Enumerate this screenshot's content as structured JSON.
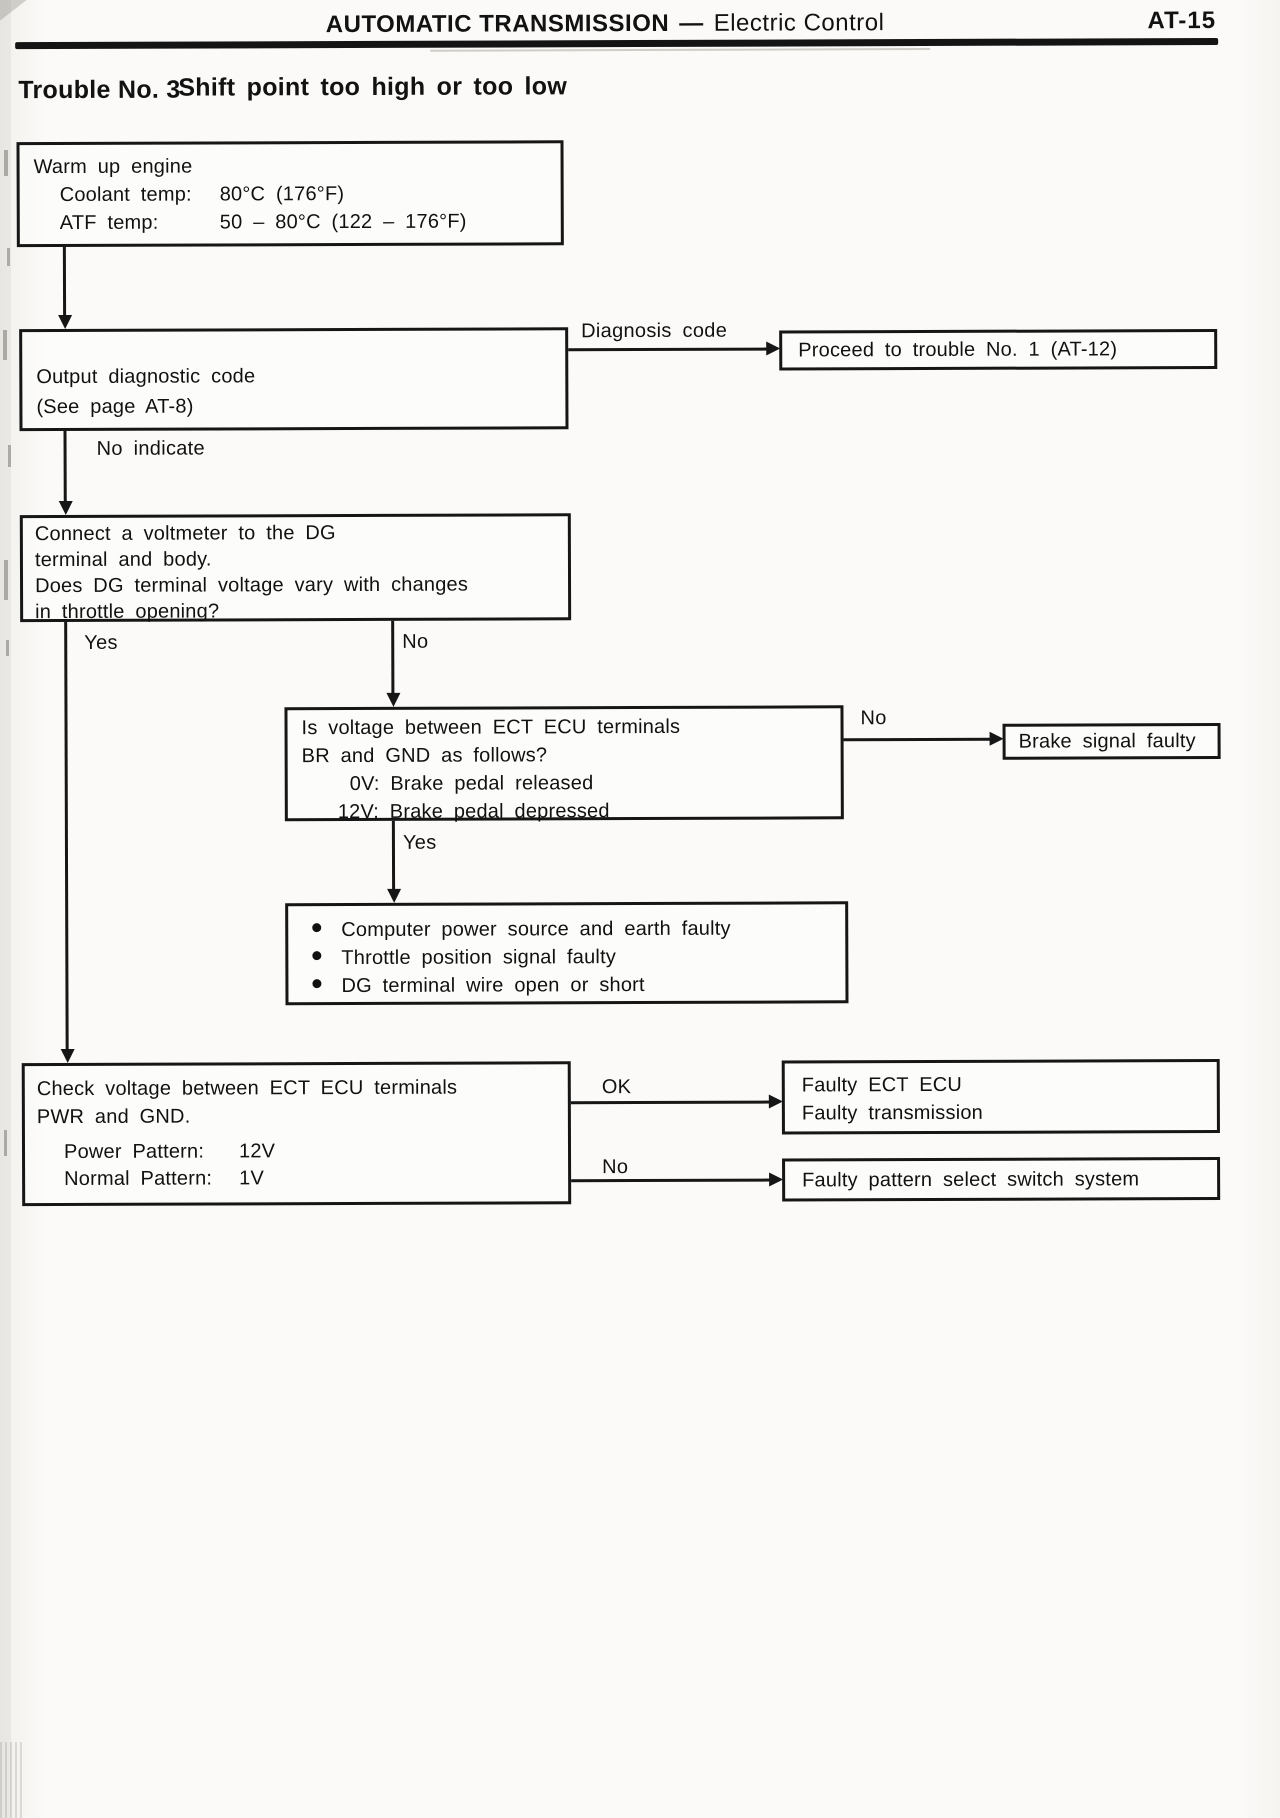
{
  "header": {
    "section": "AUTOMATIC TRANSMISSION",
    "dash": "—",
    "subsection": "Electric Control",
    "page_ref": "AT-15"
  },
  "trouble": {
    "label": "Trouble No. 3",
    "title": "Shift point too high or too low"
  },
  "flow": {
    "warm_up": {
      "title": "Warm up engine",
      "rows": [
        {
          "label": "Coolant temp:",
          "value": "80°C (176°F)"
        },
        {
          "label": "ATF temp:",
          "value": "50 – 80°C (122 – 176°F)"
        }
      ]
    },
    "output": {
      "lines": [
        "Output diagnostic code",
        "(See page AT-8)"
      ]
    },
    "diagnosis_label": "Diagnosis code",
    "proceed": {
      "text": "Proceed to trouble No. 1 (AT-12)"
    },
    "no_indicate_label": "No indicate",
    "voltmeter": {
      "lines": [
        "Connect a voltmeter to the DG",
        "terminal and body.",
        "Does DG terminal voltage vary with changes",
        "in throttle opening?"
      ]
    },
    "yes_label": "Yes",
    "no_label": "No",
    "brake_question": {
      "lines": [
        "Is voltage between ECT ECU terminals",
        "BR and GND as follows?",
        "0V: Brake pedal released",
        "12V: Brake pedal depressed"
      ]
    },
    "brake_no_label": "No",
    "brake_faulty": {
      "text": "Brake signal faulty"
    },
    "brake_yes_label": "Yes",
    "causes": {
      "items": [
        "Computer power source and earth faulty",
        "Throttle position signal faulty",
        "DG terminal wire open or short"
      ]
    },
    "check": {
      "lines": [
        "Check voltage between ECT ECU terminals",
        "PWR and GND."
      ],
      "rows": [
        {
          "label": "Power Pattern:",
          "value": "12V"
        },
        {
          "label": "Normal Pattern:",
          "value": "1V"
        }
      ]
    },
    "ok_label": "OK",
    "faulty_ecu": {
      "lines": [
        "Faulty ECT ECU",
        "Faulty transmission"
      ]
    },
    "bottom_no_label": "No",
    "faulty_pattern": {
      "text": "Faulty pattern select switch system"
    }
  }
}
